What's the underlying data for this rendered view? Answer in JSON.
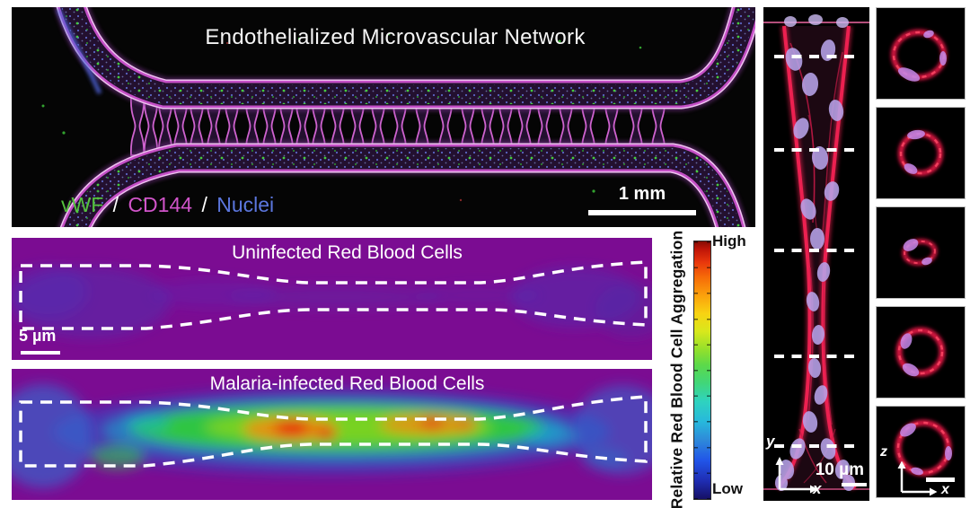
{
  "network_panel": {
    "title": "Endothelialized Microvascular Network",
    "legend": {
      "vwf": "vWF",
      "separator": "/",
      "cd144": "CD144",
      "nuclei": "Nuclei"
    },
    "scale_bar_label": "1 mm",
    "colors": {
      "vwf_green": "#55c23e",
      "cd144_magenta": "#d054c9",
      "nuclei_blue": "#5b76dd"
    }
  },
  "uninfected_panel": {
    "title": "Uninfected Red Blood Cells",
    "scale_bar_label": "5 µm",
    "background_color": "#7b0c92"
  },
  "malaria_panel": {
    "title": "Malaria-infected Red Blood Cells",
    "background_color": "#7b0c92"
  },
  "colorbar": {
    "label": "Relative Red Blood Cell Aggregation",
    "high_label": "High",
    "low_label": "Low",
    "high_color": "#860c04",
    "low_color": "#161065"
  },
  "side_view_panel": {
    "scale_bar_label": "10 µm",
    "y_axis_label": "y",
    "x_axis_label": "x"
  },
  "cross_section_panel": {
    "z_axis_label": "z",
    "x_axis_label": "x"
  }
}
